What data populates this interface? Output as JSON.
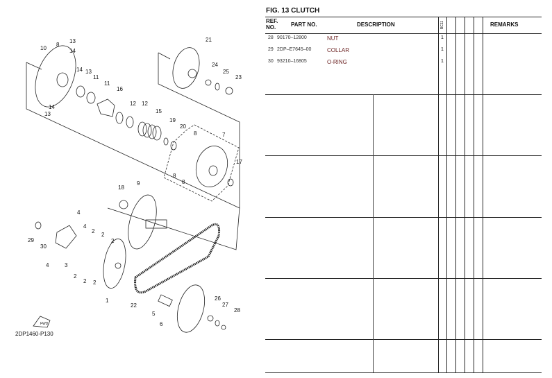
{
  "figure": {
    "title": "FIG. 13  CLUTCH",
    "diagram_code": "2DP1460-P130",
    "fwd_label": "FWD"
  },
  "callouts": [
    "13",
    "14",
    "10",
    "8",
    "14",
    "13",
    "11",
    "11",
    "16",
    "12",
    "12",
    "15",
    "19",
    "20",
    "8",
    "7",
    "17",
    "8",
    "8",
    "14",
    "13",
    "21",
    "24",
    "25",
    "23",
    "18",
    "9",
    "4",
    "4",
    "29",
    "30",
    "2",
    "2",
    "2",
    "4",
    "3",
    "2",
    "2",
    "2",
    "1",
    "22",
    "5",
    "26",
    "27",
    "28",
    "6"
  ],
  "table": {
    "headers": {
      "ref": "REF.",
      "no": "NO.",
      "part_no": "PART NO.",
      "description": "DESCRIPTION",
      "model": "BC11",
      "remarks": "REMARKS"
    },
    "rows": [
      {
        "ref": "28",
        "part_no": "90170–12800",
        "description": "NUT",
        "qty": "1"
      },
      {
        "ref": "29",
        "part_no": "2DP–E7645–00",
        "description": "COLLAR",
        "qty": "1"
      },
      {
        "ref": "30",
        "part_no": "93210–16805",
        "description": "O-RING",
        "qty": "1"
      }
    ]
  }
}
